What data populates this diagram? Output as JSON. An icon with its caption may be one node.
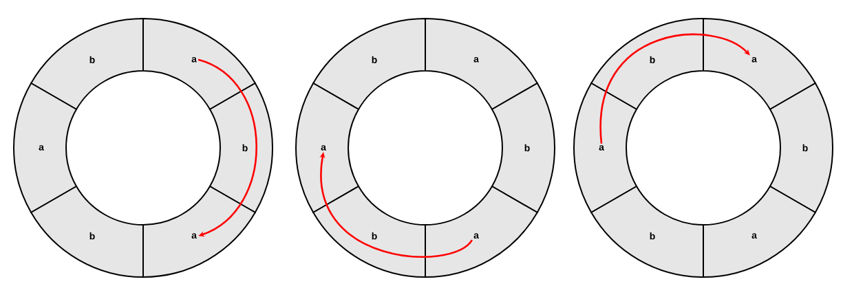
{
  "diagram": {
    "nodes": [
      {
        "text": [
          "b"
        ]
      },
      {
        "text": [
          "a"
        ]
      },
      {
        "text": [
          "a"
        ]
      },
      {
        "text": [
          "b"
        ]
      },
      {
        "text": [
          "b"
        ]
      },
      {
        "text": [
          "a"
        ]
      },
      {
        "text": [
          "b"
        ]
      },
      {
        "text": [
          "a"
        ]
      },
      {
        "text": [
          "a"
        ]
      },
      {
        "text": [
          "b"
        ]
      },
      {
        "text": [
          "b"
        ]
      },
      {
        "text": [
          "a"
        ]
      },
      {
        "text": [
          "b"
        ]
      },
      {
        "text": [
          "a"
        ]
      },
      {
        "text": [
          "a"
        ]
      },
      {
        "text": [
          "b"
        ]
      },
      {
        "text": [
          "b"
        ]
      },
      {
        "text": [
          "a"
        ]
      }
    ],
    "edges": [
      {
        "from": 1,
        "to": 5,
        "arrow": "to",
        "color": "#ff0000"
      },
      {
        "from": 11,
        "to": 8,
        "arrow": "to",
        "color": "#ff0000"
      },
      {
        "from": 14,
        "to": 13,
        "arrow": "to",
        "color": "#ff0000"
      }
    ]
  }
}
